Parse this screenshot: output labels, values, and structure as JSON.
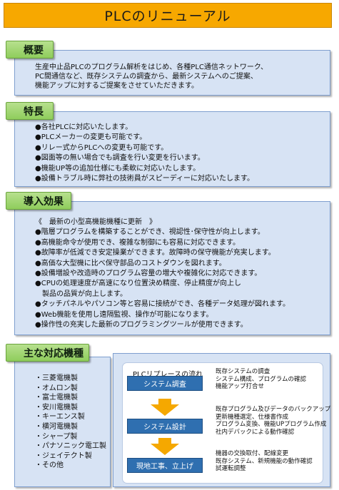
{
  "title": "PLCのリニューアル",
  "overview": {
    "heading": "概要",
    "lines": [
      "生産中止品PLCのプログラム解析をはじめ、各種PLC通信ネットワーク、",
      "PC間通信など、既存システムの調査から、最新システムへのご提案、",
      "機能アップに対するご提案をさせていただきます。"
    ]
  },
  "features": {
    "heading": "特長",
    "items": [
      "●各社PLCに対応いたします。",
      "●PLCメーカーの変更も可能です。",
      "●リレー式からPLCへの変更も可能です。",
      "●図面等の無い場合でも調査を行い変更を行います。",
      "●機能UP等の追加仕様にも柔軟に対応いたします。",
      "●設備トラブル時に弊社の技術員がスピーディーに対応いたします。"
    ]
  },
  "effects": {
    "heading": "導入効果",
    "intro": "《　最新の小型高機能機種に更新　》",
    "items": [
      {
        "text": "●階層プログラムを構築することができ、視認性･保守性が向上します。",
        "indent": false
      },
      {
        "text": "●高機能命令が使用でき、複雑な制御にも容易に対応できます。",
        "indent": false
      },
      {
        "text": "●故障率が低減でき安定操業ができます。故障時の保守機能が充実します。",
        "indent": false
      },
      {
        "text": "●高価な大型機に比べ保守部品のコストダウンを図れます。",
        "indent": false
      },
      {
        "text": "●設備増設や改造時のプログラム容量の増大や複雑化に対応できます。",
        "indent": false
      },
      {
        "text": "●CPUの処理速度が高速になり位置決め精度、停止精度が向上し",
        "indent": false
      },
      {
        "text": "製品の品質が向上します。",
        "indent": true
      },
      {
        "text": "●タッチパネルやパソコン等と容易に接続ができ、各種データ処理が図れます。",
        "indent": false
      },
      {
        "text": "●Web機能を使用し遠隔監視、操作が可能になります。",
        "indent": false
      },
      {
        "text": "●操作性の充実した最新のプログラミングツールが使用できます。",
        "indent": false
      }
    ]
  },
  "models": {
    "heading": "主な対応機種",
    "items": [
      "・三菱電機製",
      "・オムロン製",
      "・富士電機製",
      "・安川電機製",
      "・キーエンス製",
      "・横河電機製",
      "・シャープ製",
      "・パナソニック電工製",
      "・ジェイテクト製",
      "・その他"
    ]
  },
  "flow": {
    "title": "PLCリプレースの流れ",
    "steps": [
      {
        "label": "システム調査",
        "desc": [
          "既存システムの調査",
          "システム構成、プログラムの確認",
          "機能アップ打合せ"
        ]
      },
      {
        "label": "システム設計",
        "desc": [
          "既存プログラム及びデータのバックアップ",
          "更新機種選定、仕様書作成",
          "プログラム変換、機能UPプログラム作成",
          "社内デバックによる動作確認"
        ]
      },
      {
        "label": "現地工事、立上げ",
        "desc": [
          "機器の交換取付、配線変更",
          "既存システム、新規機能の動作確認",
          "試運転調整"
        ]
      }
    ]
  }
}
